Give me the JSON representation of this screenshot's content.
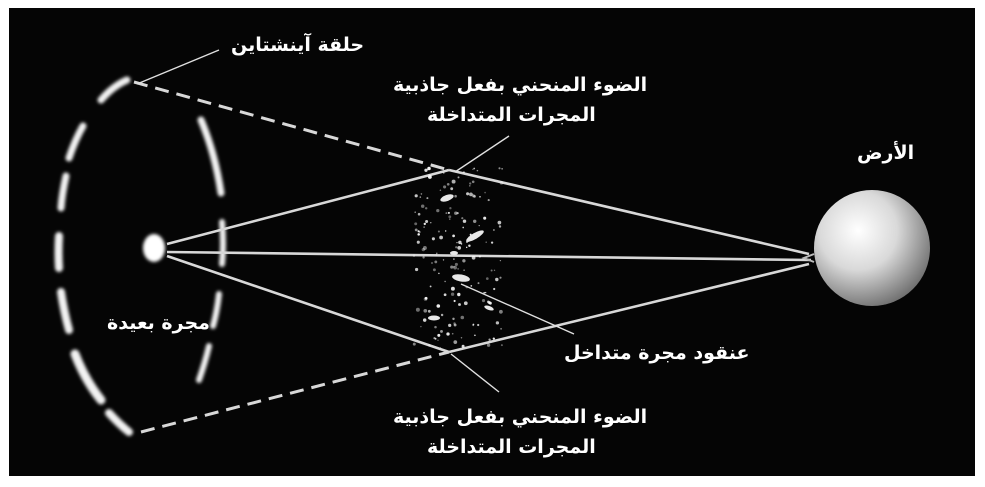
{
  "labels": {
    "einstein_ring": "حلقة آينشتاين",
    "bent_light_top_line1": "الضوء المنحني بفعل جاذبية",
    "bent_light_top_line2": "المجرات المتداخلة",
    "earth": "الأرض",
    "distant_galaxy": "مجرة بعيدة",
    "cluster": "عنقود مجرة متداخل",
    "bent_light_bottom_line1": "الضوء المنحني بفعل جاذبية",
    "bent_light_bottom_line2": "المجرات المتداخلة"
  },
  "colors": {
    "background": "#050505",
    "light_rays": "#d8d8d8",
    "ring": "#f2f2f2",
    "earth_highlight": "#ffffff",
    "earth_shadow": "#6a6a6a"
  }
}
